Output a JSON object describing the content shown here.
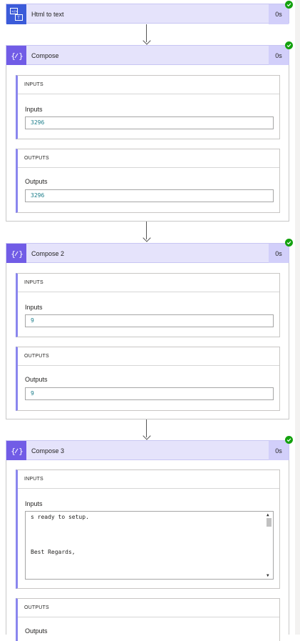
{
  "steps": [
    {
      "title": "Html to text",
      "duration": "0s",
      "icon": "html-to-text-icon",
      "status": "succeeded"
    },
    {
      "title": "Compose",
      "duration": "0s",
      "icon": "compose-icon",
      "status": "succeeded",
      "inputs": {
        "header": "INPUTS",
        "label": "Inputs",
        "value": "3296"
      },
      "outputs": {
        "header": "OUTPUTS",
        "label": "Outputs",
        "value": "3296"
      }
    },
    {
      "title": "Compose 2",
      "duration": "0s",
      "icon": "compose-icon",
      "status": "succeeded",
      "inputs": {
        "header": "INPUTS",
        "label": "Inputs",
        "value": "9"
      },
      "outputs": {
        "header": "OUTPUTS",
        "label": "Outputs",
        "value": "9"
      }
    },
    {
      "title": "Compose 3",
      "duration": "0s",
      "icon": "compose-icon",
      "status": "succeeded",
      "inputs": {
        "header": "INPUTS",
        "label": "Inputs",
        "line1": "s ready to setup.",
        "line2": "Best Regards,"
      },
      "outputs": {
        "header": "OUTPUTS",
        "label": "Outputs"
      }
    }
  ],
  "colors": {
    "accent": "#715ce6",
    "header_bg": "#e5e3fb",
    "success": "#13a10e"
  }
}
